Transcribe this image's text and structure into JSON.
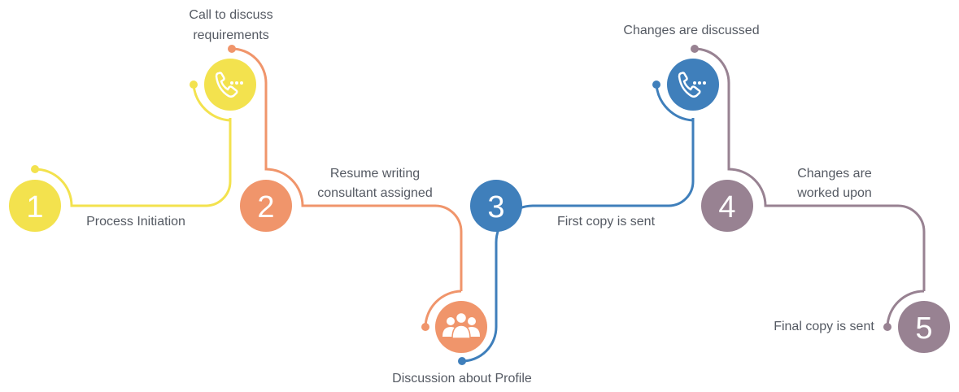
{
  "colors": {
    "yellow": "#f3e24e",
    "orange": "#f0956b",
    "blue": "#3f7fbb",
    "mauve": "#988292",
    "label": "#555a63"
  },
  "steps": [
    {
      "number": "1",
      "label": "Process Initiation"
    },
    {
      "number": "2",
      "label_lines": [
        "Resume writing",
        "consultant assigned"
      ]
    },
    {
      "number": "3",
      "label": "First copy is sent"
    },
    {
      "number": "4",
      "label_lines": [
        "Changes are",
        "worked upon"
      ]
    },
    {
      "number": "5",
      "label": "Final copy is sent"
    }
  ],
  "milestones": [
    {
      "icon": "phone-icon",
      "label_lines": [
        "Call to discuss",
        "requirements"
      ]
    },
    {
      "icon": "people-icon",
      "label": "Discussion about Profile"
    },
    {
      "icon": "phone-icon",
      "label": "Changes are discussed"
    }
  ]
}
